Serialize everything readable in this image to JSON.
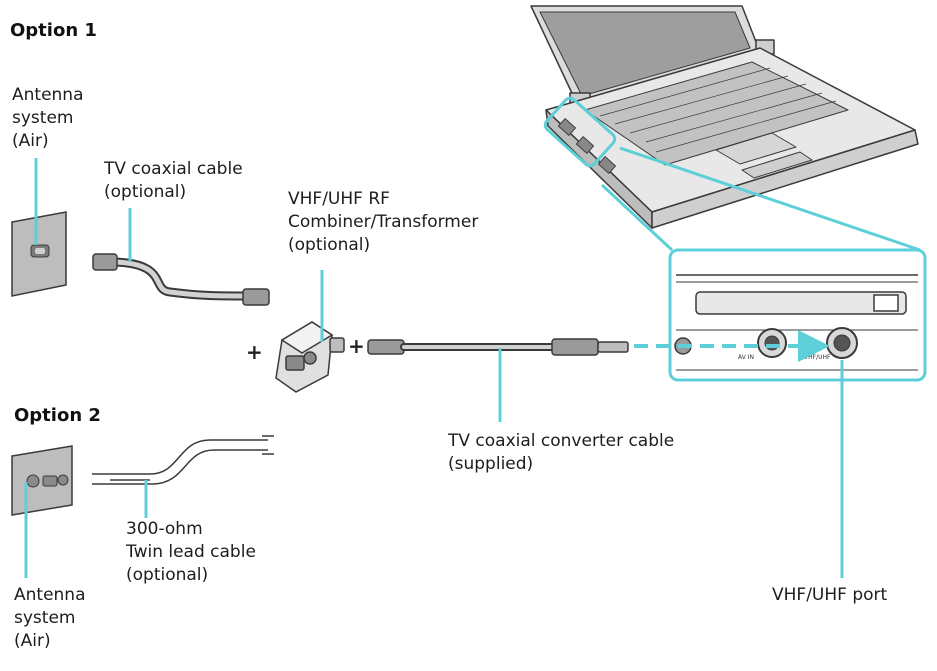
{
  "colors": {
    "accent": "#5ccfd8",
    "outline": "#3a3a3a",
    "fill_light": "#e4e4e4",
    "fill_mid": "#bdbdbd"
  },
  "option1": {
    "heading": "Option 1",
    "antenna_label": "Antenna\nsystem\n(Air)",
    "coax_cable_label": "TV coaxial cable\n(optional)",
    "combiner_label": "VHF/UHF RF\nCombiner/Transformer\n(optional)"
  },
  "option2": {
    "heading": "Option 2",
    "twin_lead_label": "300-ohm\nTwin lead cable\n(optional)",
    "antenna_label": "Antenna\nsystem\n(Air)"
  },
  "converter_label": "TV coaxial converter cable\n(supplied)",
  "port_label": "VHF/UHF port",
  "plus_sign": "+"
}
